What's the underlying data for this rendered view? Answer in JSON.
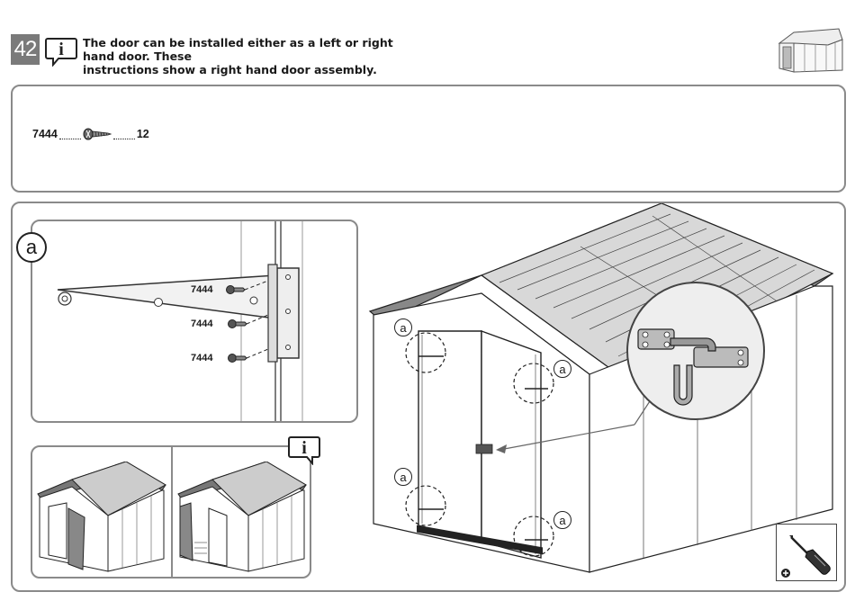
{
  "step": {
    "number": "42"
  },
  "info": {
    "icon": "info-icon",
    "text_line1": "The door can be installed either as a left or right hand door. These",
    "text_line2": "instructions show a right hand door assembly."
  },
  "parts": {
    "part_number": "7444",
    "quantity": "12",
    "part_icon": "screw-icon"
  },
  "detail": {
    "callout_letter": "a",
    "screw_labels": [
      "7444",
      "7444",
      "7444"
    ]
  },
  "shed": {
    "callouts": [
      "a",
      "a",
      "a",
      "a"
    ]
  },
  "variants": {
    "info_icon": "info-icon",
    "left_hand_icon": "shed-left-door-icon",
    "right_hand_icon": "shed-right-door-icon"
  },
  "tools": {
    "icon": "screwdriver-icon",
    "symbol": "plus-icon"
  },
  "colors": {
    "step_badge": "#7a7a7a",
    "panel_border": "#8a8a8a",
    "line": "#333333"
  }
}
